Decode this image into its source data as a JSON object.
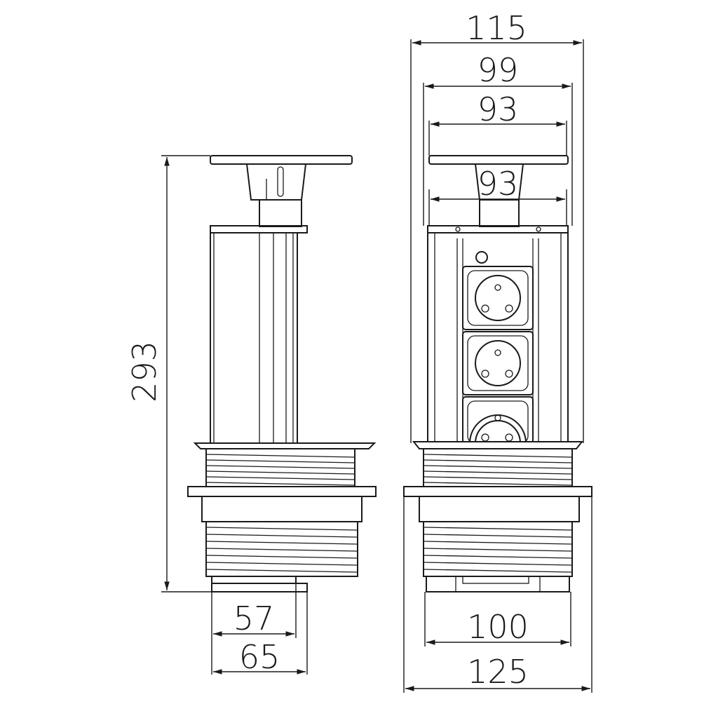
{
  "dimensions": {
    "side_height": "293",
    "side_inner_width": "57",
    "side_outer_width": "65",
    "front_overall_width": "115",
    "front_width_99": "99",
    "front_width_93_top": "93",
    "front_width_93_stem": "93",
    "front_bottom_width_100": "100",
    "front_bottom_width_125": "125"
  },
  "colors": {
    "line": "#1a1a1a",
    "background": "#ffffff"
  }
}
